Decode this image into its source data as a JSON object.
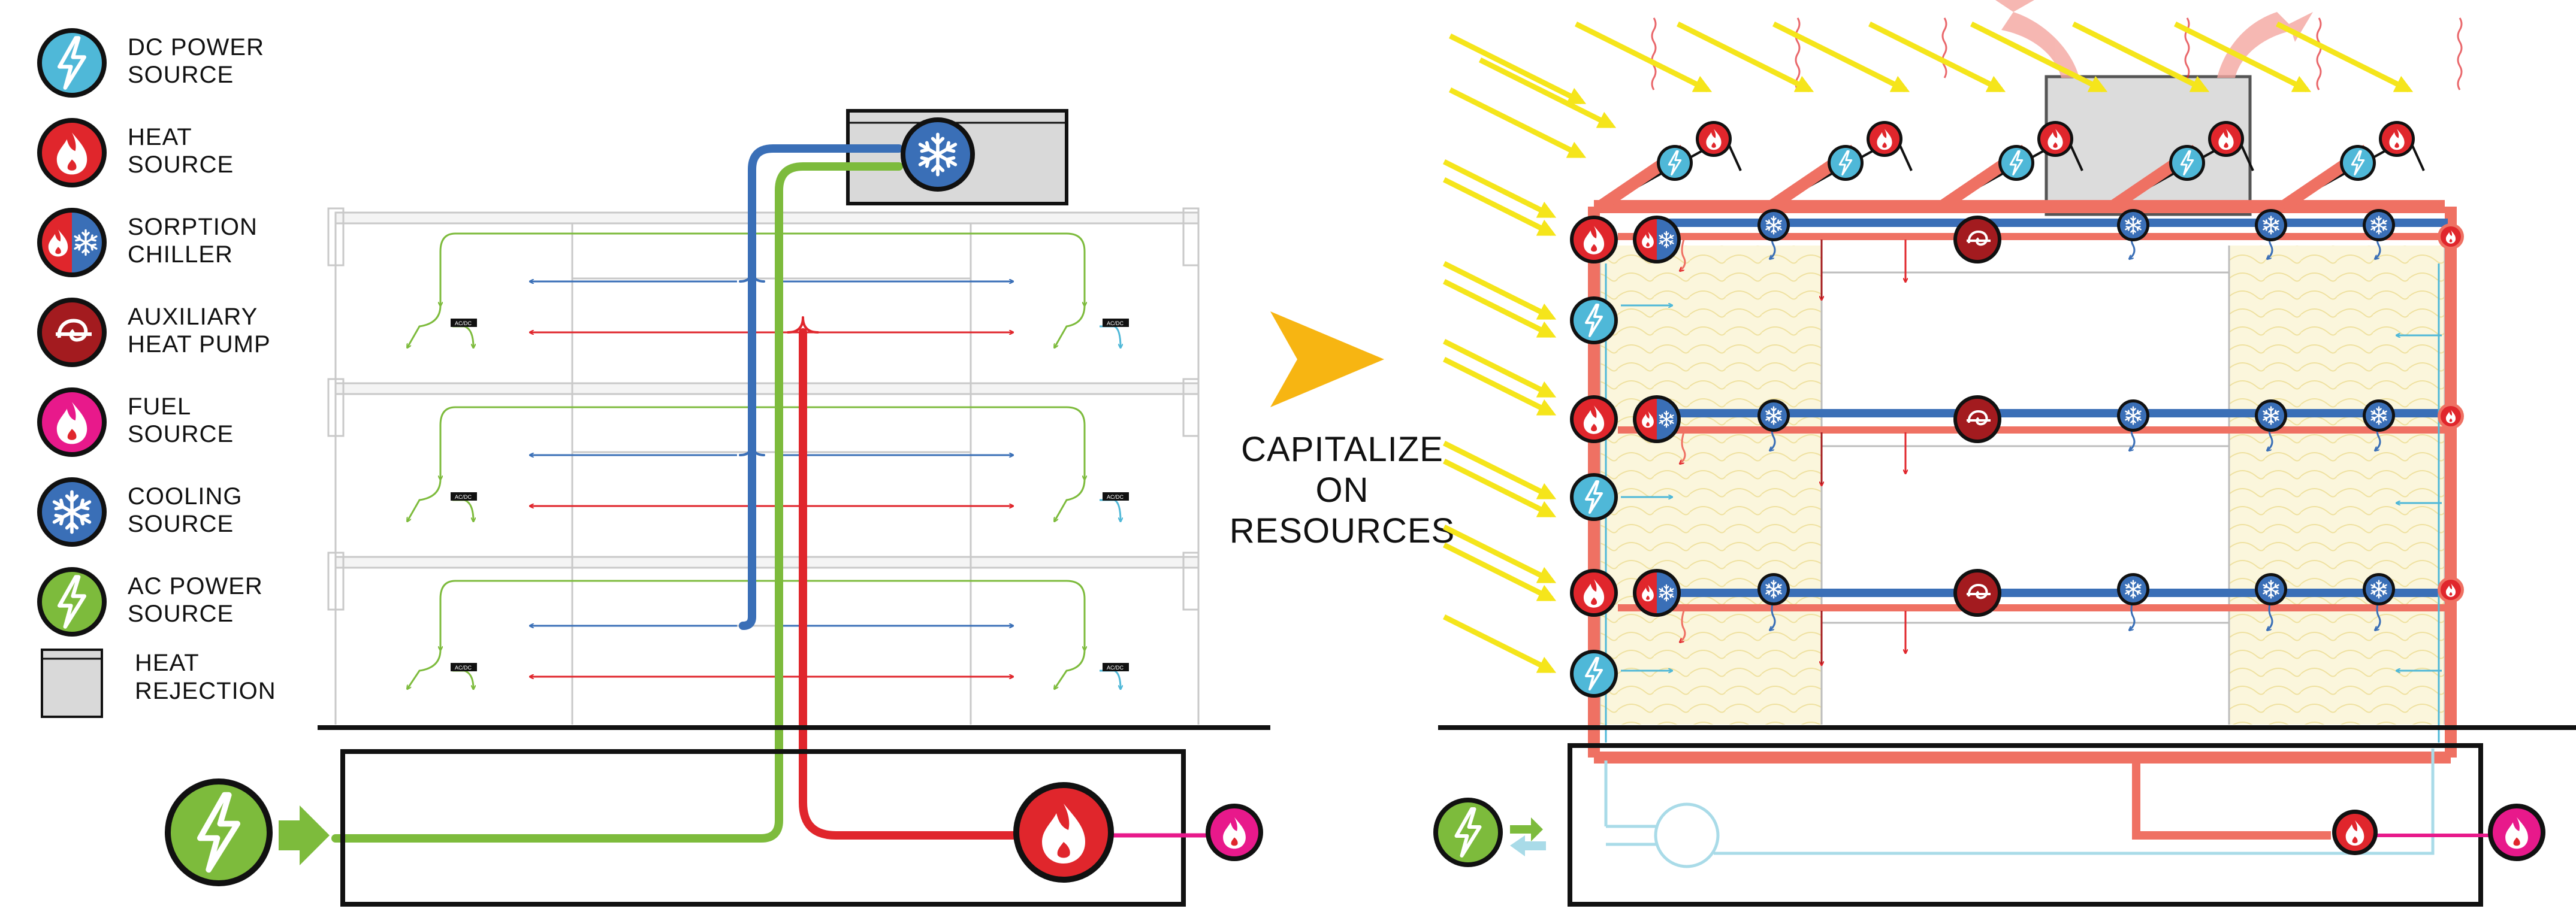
{
  "legend": {
    "items": [
      {
        "icon": "dc-power-icon",
        "line1": "DC POWER",
        "line2": "SOURCE",
        "color": "#4fb8d8"
      },
      {
        "icon": "heat-icon",
        "line1": "HEAT",
        "line2": "SOURCE",
        "color": "#e0262c"
      },
      {
        "icon": "sorption-chiller-icon",
        "line1": "SORPTION",
        "line2": "CHILLER",
        "color": "#e0262c"
      },
      {
        "icon": "aux-heat-pump-icon",
        "line1": "AUXILIARY",
        "line2": "HEAT PUMP",
        "color": "#a31b1f"
      },
      {
        "icon": "fuel-icon",
        "line1": "FUEL",
        "line2": "SOURCE",
        "color": "#e8198b"
      },
      {
        "icon": "snowflake-icon",
        "line1": "COOLING",
        "line2": "SOURCE",
        "color": "#3a6fb7"
      },
      {
        "icon": "ac-power-icon",
        "line1": "AC POWER",
        "line2": "SOURCE",
        "color": "#7dbb3c"
      },
      {
        "icon": "heat-rejection-icon",
        "line1": "HEAT",
        "line2": "REJECTION",
        "color": "#d9d9d9"
      }
    ]
  },
  "transition": {
    "line1": "CAPITALIZE",
    "line2": "ON",
    "line3": "RESOURCES"
  },
  "colors": {
    "heat": "#e0262c",
    "heat_light": "#ef7163",
    "cooling": "#3a6fb7",
    "ac_power": "#7dbb3c",
    "dc_power": "#4fb8d8",
    "fuel": "#e8198b",
    "sun": "#f5e51b",
    "arrow": "#f7b512",
    "rejection": "#d9d9d9"
  },
  "unit_tag": "AC/DC"
}
